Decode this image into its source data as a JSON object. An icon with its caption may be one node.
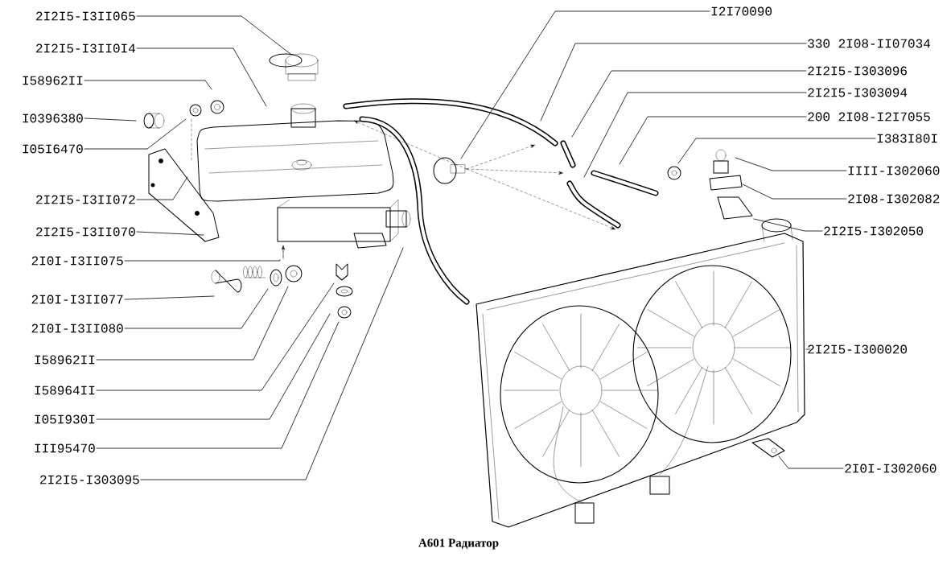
{
  "diagram": {
    "caption": "A601   Радиатор",
    "nodes": [
      {
        "text": [
          "2I2I5-I3II065"
        ]
      },
      {
        "text": [
          "2I2I5-I3II0I4"
        ]
      },
      {
        "text": [
          "I58962II"
        ]
      },
      {
        "text": [
          "I0396380"
        ]
      },
      {
        "text": [
          "I05I6470"
        ]
      },
      {
        "text": [
          "2I2I5-I3II072"
        ]
      },
      {
        "text": [
          "2I2I5-I3II070"
        ]
      },
      {
        "text": [
          "2I0I-I3II075"
        ]
      },
      {
        "text": [
          "2I0I-I3II077"
        ]
      },
      {
        "text": [
          "2I0I-I3II080"
        ]
      },
      {
        "text": [
          "I58962II"
        ]
      },
      {
        "text": [
          "I58964II"
        ]
      },
      {
        "text": [
          "I05I930I"
        ]
      },
      {
        "text": [
          "III95470"
        ]
      },
      {
        "text": [
          "2I2I5-I303095"
        ]
      },
      {
        "text": [
          "I2I70090"
        ]
      },
      {
        "text": [
          "330 2I08-II07034"
        ]
      },
      {
        "text": [
          "2I2I5-I303096"
        ]
      },
      {
        "text": [
          "2I2I5-I303094"
        ]
      },
      {
        "text": [
          "200 2I08-I2I7055"
        ]
      },
      {
        "text": [
          "I383I80I"
        ]
      },
      {
        "text": [
          "IIII-I302060"
        ]
      },
      {
        "text": [
          "2I08-I302082"
        ]
      },
      {
        "text": [
          "2I2I5-I302050"
        ]
      },
      {
        "text": [
          "2I2I5-I300020"
        ]
      },
      {
        "text": [
          "2I0I-I302060"
        ]
      }
    ],
    "edges": [
      {
        "from": 0,
        "to": null,
        "arrow": "none"
      },
      {
        "from": 1,
        "to": null,
        "arrow": "none"
      },
      {
        "from": 2,
        "to": null,
        "arrow": "none"
      },
      {
        "from": 3,
        "to": null,
        "arrow": "none"
      },
      {
        "from": 4,
        "to": null,
        "arrow": "none"
      },
      {
        "from": 5,
        "to": null,
        "arrow": "none"
      },
      {
        "from": 6,
        "to": null,
        "arrow": "none"
      },
      {
        "from": 7,
        "to": null,
        "arrow": "none"
      },
      {
        "from": 8,
        "to": null,
        "arrow": "none"
      },
      {
        "from": 9,
        "to": null,
        "arrow": "none"
      },
      {
        "from": 10,
        "to": null,
        "arrow": "none"
      },
      {
        "from": 11,
        "to": null,
        "arrow": "none"
      },
      {
        "from": 12,
        "to": null,
        "arrow": "none"
      },
      {
        "from": 13,
        "to": null,
        "arrow": "none"
      },
      {
        "from": 14,
        "to": null,
        "arrow": "none"
      },
      {
        "from": 15,
        "to": null,
        "arrow": "none"
      },
      {
        "from": 16,
        "to": null,
        "arrow": "none"
      },
      {
        "from": 17,
        "to": null,
        "arrow": "none"
      },
      {
        "from": 18,
        "to": null,
        "arrow": "none"
      },
      {
        "from": 19,
        "to": null,
        "arrow": "none"
      },
      {
        "from": 20,
        "to": null,
        "arrow": "none"
      },
      {
        "from": 21,
        "to": null,
        "arrow": "none"
      },
      {
        "from": 22,
        "to": null,
        "arrow": "none"
      },
      {
        "from": 23,
        "to": null,
        "arrow": "none"
      },
      {
        "from": 24,
        "to": null,
        "arrow": "none"
      },
      {
        "from": 25,
        "to": null,
        "arrow": "none"
      }
    ]
  }
}
